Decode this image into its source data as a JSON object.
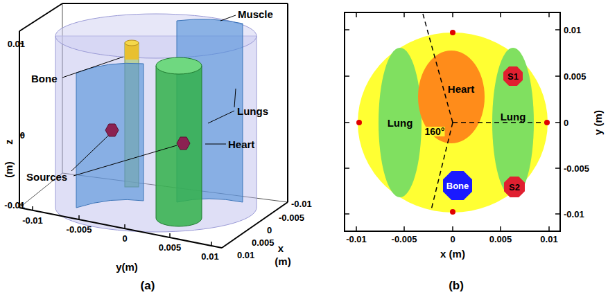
{
  "diagram": {
    "nodes": [
      {
        "text": [
          "Lung"
        ]
      },
      {
        "text": [
          "Heart"
        ]
      },
      {
        "text": [
          "Lung"
        ]
      },
      {
        "text": [
          "S1"
        ],
        "in": 2
      },
      {
        "text": [
          "Bone"
        ]
      },
      {
        "text": [
          "S2"
        ],
        "in": 2
      }
    ],
    "labels": [
      "0.01",
      "Muscle",
      "Bone",
      "Lungs",
      "0",
      "z",
      "Heart",
      "(m)",
      "Sources",
      "-0.01",
      "-0.01",
      "-0.005",
      "0",
      "0.005",
      "0.01",
      "-0.01",
      "-0.005",
      "0",
      "0.005",
      "0.01",
      "x",
      "y(m)",
      "(m)",
      "(a)",
      "0.01",
      "0.005",
      "160°",
      "0",
      "-0.005",
      "-0.01",
      "y (m)",
      "-0.01",
      "-0.005",
      "0",
      "0.005",
      "0.01",
      "x (m)",
      "(b)"
    ]
  }
}
